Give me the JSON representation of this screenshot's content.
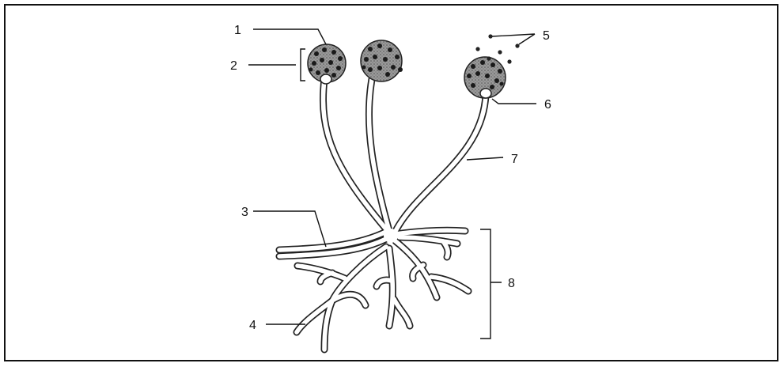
{
  "labels": {
    "l1": "1",
    "l2": "2",
    "l3": "3",
    "l4": "4",
    "l5": "5",
    "l6": "6",
    "l7": "7",
    "l8": "8"
  },
  "colors": {
    "outline": "#222222",
    "sporangium_fill": "#8a8a8a",
    "spore": "#222222",
    "background": "#ffffff"
  }
}
